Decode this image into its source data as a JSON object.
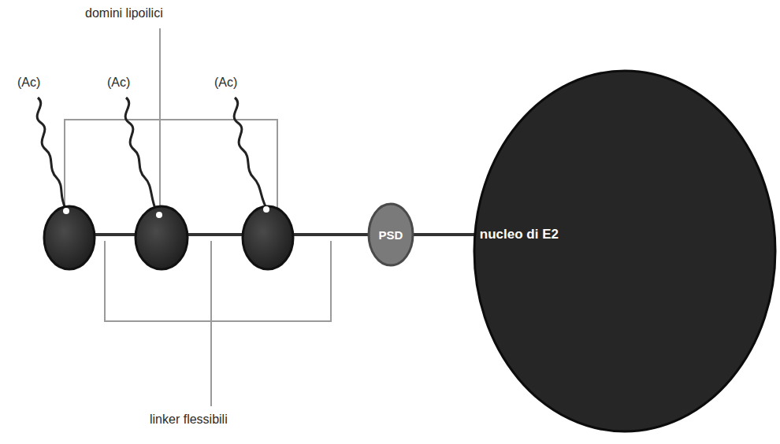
{
  "diagram": {
    "nodes": [
      {
        "text": [
          "PSD"
        ]
      },
      {
        "text": [
          "nucleo di E2"
        ]
      }
    ],
    "edges": [
      {
        "from": 0,
        "to": 1,
        "arrow": "none"
      }
    ],
    "labels": [
      "domini lipoilici",
      "(Ac)",
      "(Ac)",
      "(Ac)",
      "linker flessibili"
    ]
  }
}
